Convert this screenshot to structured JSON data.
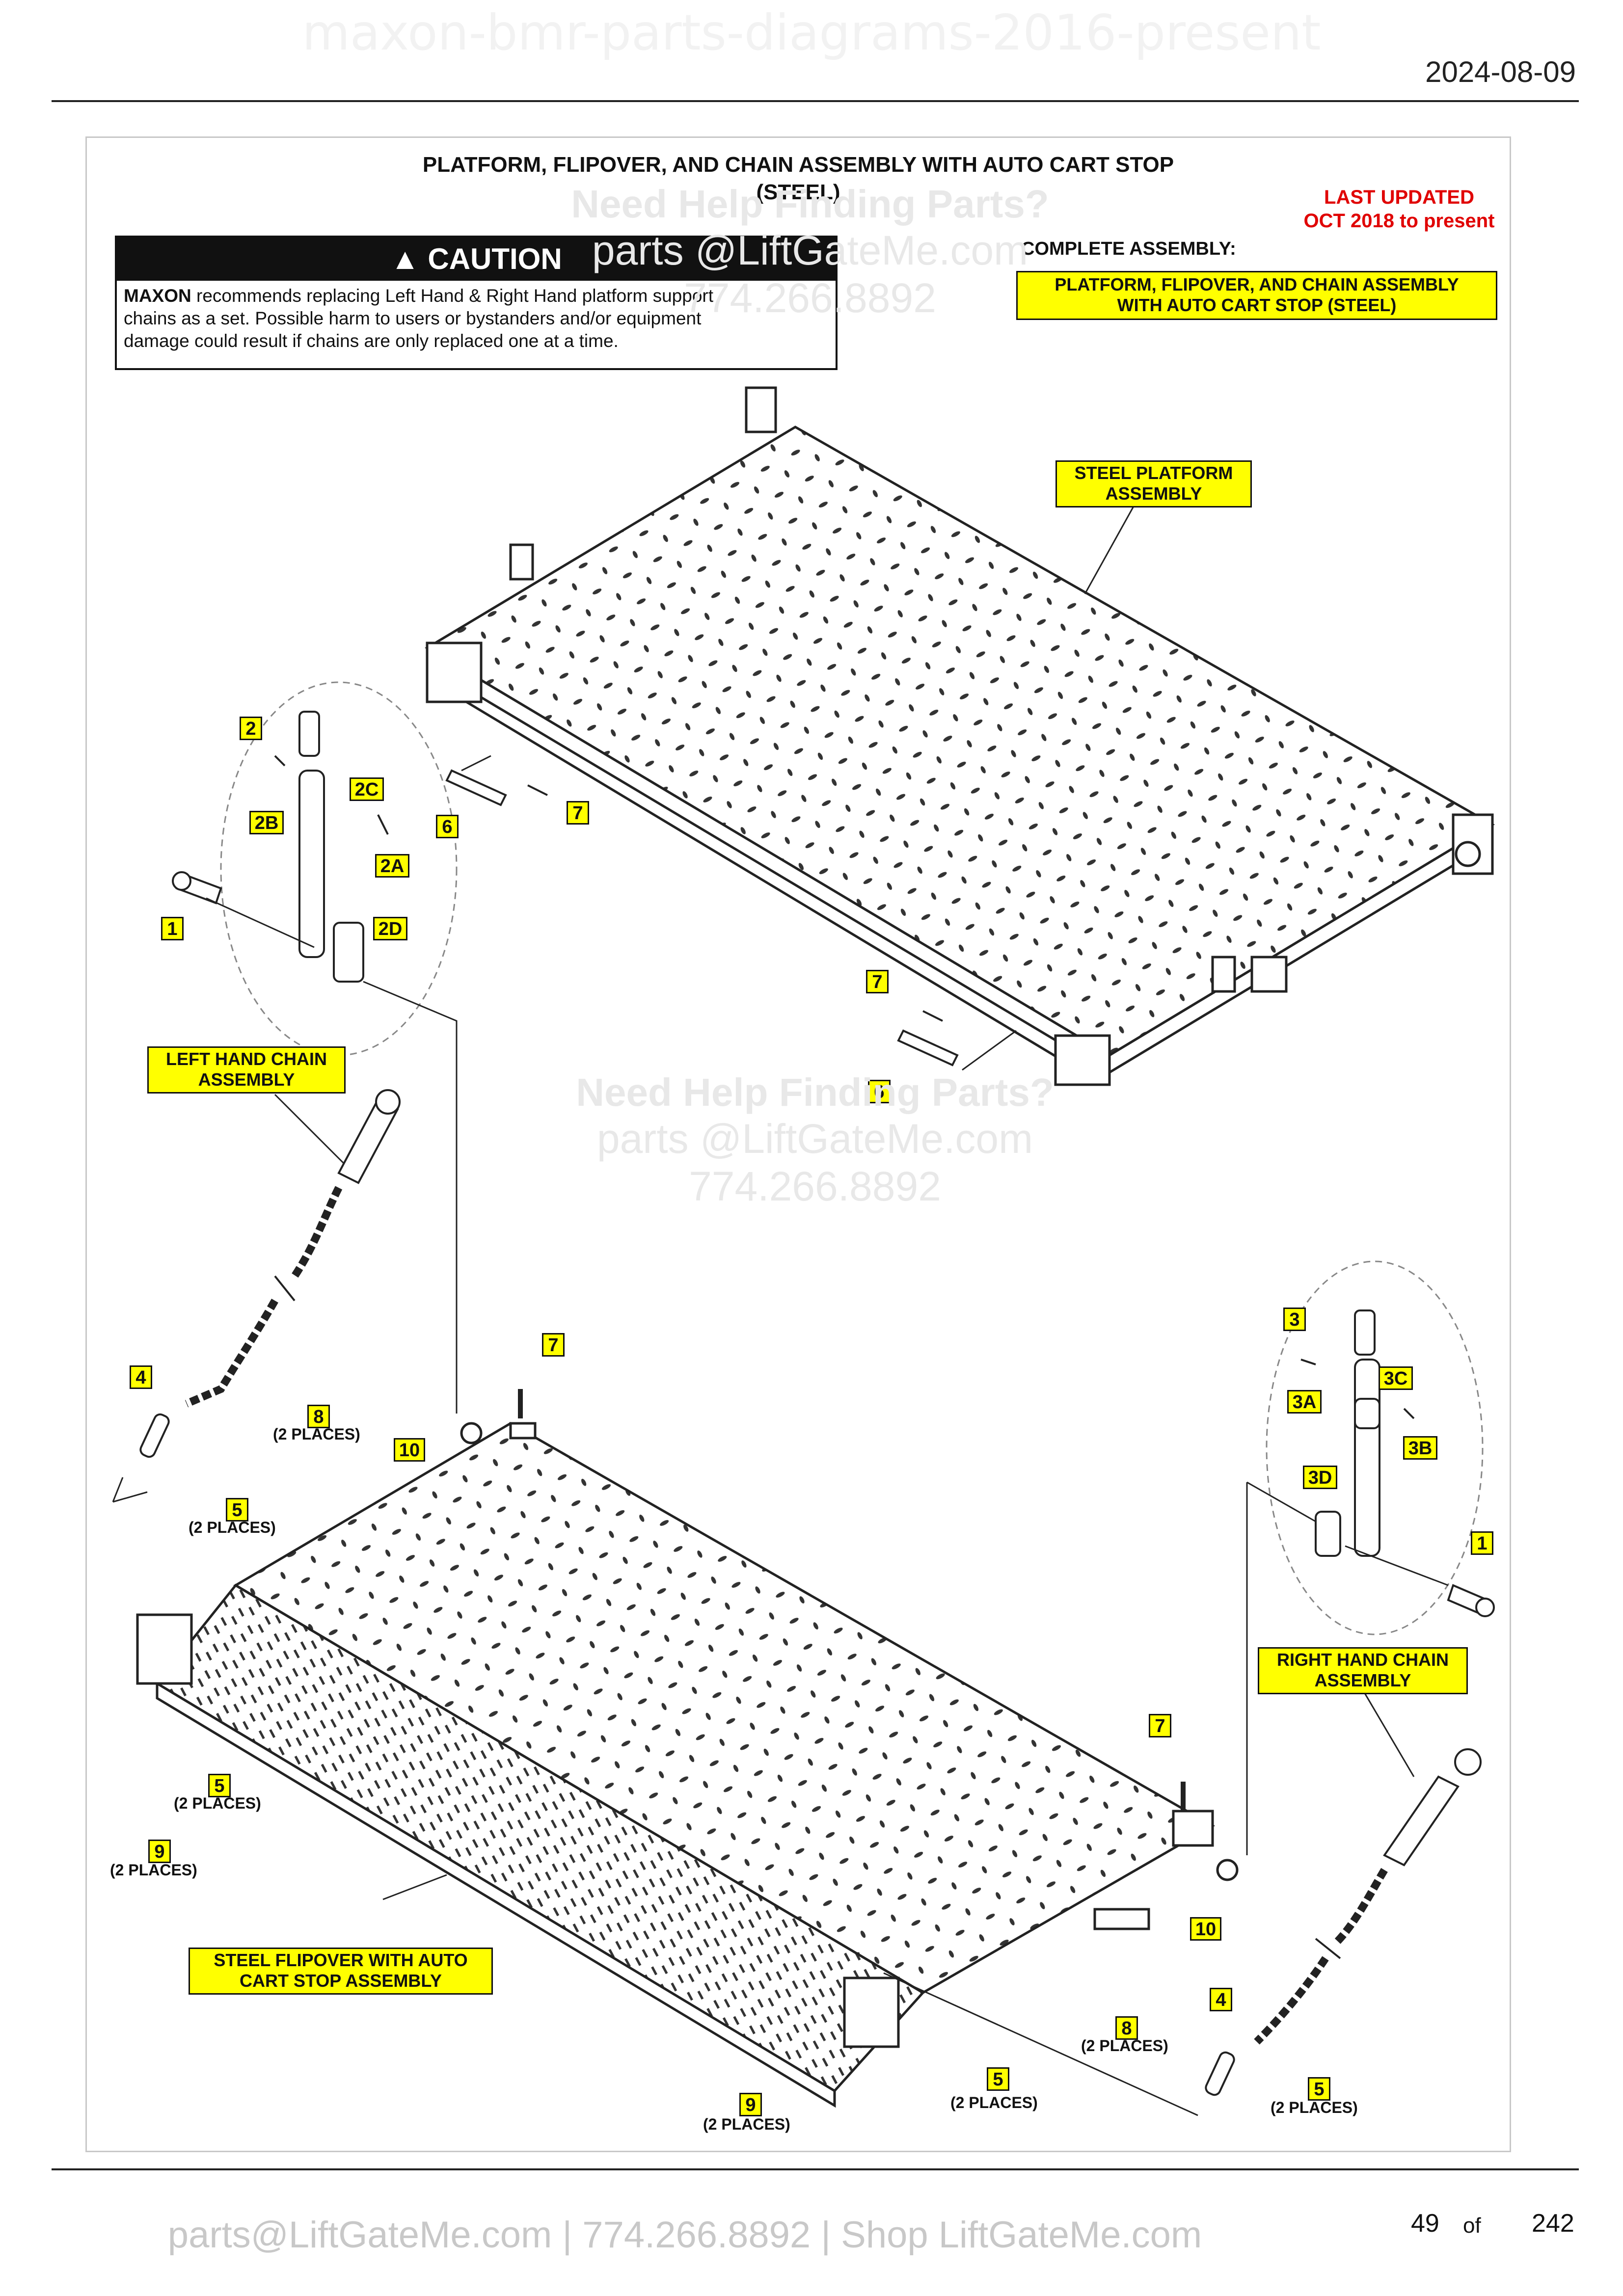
{
  "header": {
    "watermark": "maxon-bmr-parts-diagrams-2016-present",
    "date": "2024-08-09"
  },
  "title": {
    "line1": "PLATFORM, FLIPOVER, AND CHAIN ASSEMBLY WITH AUTO CART STOP",
    "line2": "(STEEL)"
  },
  "last_updated": {
    "line1": "LAST UPDATED",
    "line2": "OCT 2018 to present"
  },
  "complete_assembly": {
    "label": "COMPLETE ASSEMBLY:",
    "line1": "PLATFORM, FLIPOVER, AND CHAIN ASSEMBLY",
    "line2": "WITH AUTO CART STOP (STEEL)"
  },
  "caution": {
    "heading": "CAUTION",
    "brand": "MAXON",
    "text_line1": " recommends replacing Left Hand & Right Hand platform support",
    "text_line2": "chains as a set. Possible harm to users or bystanders and/or equipment",
    "text_line3": "damage could result if chains are only replaced one at a time."
  },
  "assemblies": {
    "steel_platform": {
      "line1": "STEEL PLATFORM",
      "line2": "ASSEMBLY"
    },
    "left_chain": {
      "line1": "LEFT HAND CHAIN",
      "line2": "ASSEMBLY"
    },
    "right_chain": {
      "line1": "RIGHT HAND CHAIN",
      "line2": "ASSEMBLY"
    },
    "flipover": {
      "line1": "STEEL FLIPOVER WITH AUTO",
      "line2": "CART STOP ASSEMBLY"
    }
  },
  "callouts": {
    "c1": "1",
    "c2": "2",
    "c2a": "2A",
    "c2b": "2B",
    "c2c": "2C",
    "c2d": "2D",
    "c3": "3",
    "c3a": "3A",
    "c3b": "3B",
    "c3c": "3C",
    "c3d": "3D",
    "c4": "4",
    "c5": "5",
    "c6": "6",
    "c7": "7",
    "c8": "8",
    "c9": "9",
    "c10": "10"
  },
  "places_note": "(2 PLACES)",
  "watermark": {
    "line1": "Need Help Finding Parts?",
    "line2": "parts @LiftGateMe.com",
    "line3": "774.266.8892"
  },
  "footer": {
    "contact": "parts@LiftGateMe.com | 774.266.8892 | Shop LiftGateMe.com",
    "page_number": "49",
    "of_label": "of",
    "total_pages": "242"
  }
}
